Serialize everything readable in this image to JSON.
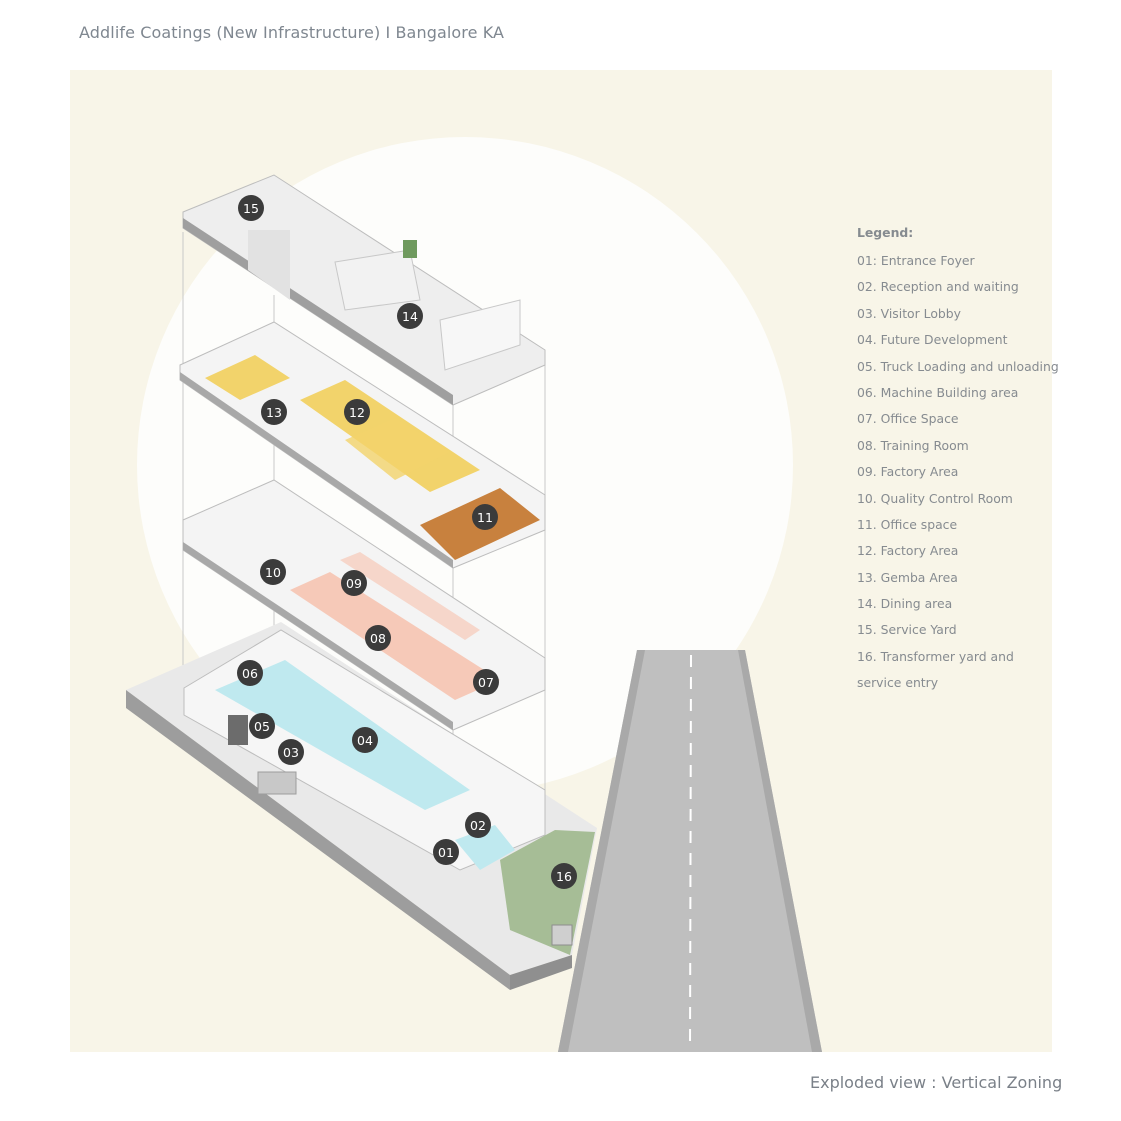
{
  "header": {
    "title": "Addlife Coatings (New Infrastructure) I Bangalore KA"
  },
  "legend": {
    "title": "Legend:",
    "items": [
      "01: Entrance Foyer",
      "02. Reception and waiting",
      "03. Visitor Lobby",
      "04. Future Development",
      "05. Truck Loading and unloading",
      "06. Machine Building area",
      "07. Office Space",
      "08. Training Room",
      "09. Factory Area",
      "10. Quality Control Room",
      "11. Office space",
      "12. Factory Area",
      "13. Gemba Area",
      "14. Dining area",
      "15. Service Yard",
      "16. Transformer yard and service entry"
    ]
  },
  "markers": [
    "15",
    "14",
    "13",
    "12",
    "11",
    "10",
    "09",
    "08",
    "07",
    "06",
    "05",
    "04",
    "03",
    "02",
    "01",
    "16"
  ],
  "footer": {
    "caption": "Exploded view : Vertical Zoning"
  },
  "colors": {
    "panel": "#f8f5e8",
    "marker": "#3b3b3b",
    "factory_yellow": "#f2d36b",
    "factory_pink": "#f6c9b8",
    "machine_cyan": "#bfe9ef",
    "road": "#bdbdbd"
  }
}
